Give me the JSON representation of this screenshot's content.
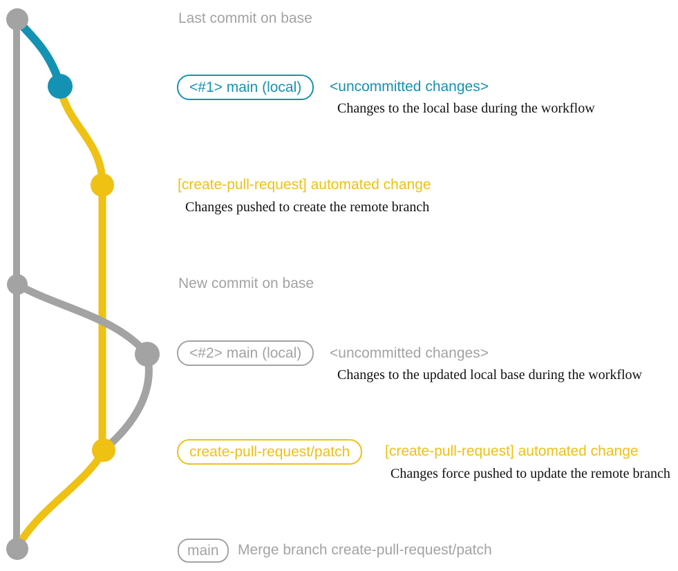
{
  "colors": {
    "gray": "#a3a3a3",
    "blue": "#1492b4",
    "yellow": "#eec113",
    "ink": "#111111"
  },
  "graph": {
    "branches": [
      {
        "name": "base",
        "color": "#a3a3a3"
      },
      {
        "name": "main-local",
        "color": "#1492b4"
      },
      {
        "name": "create-pull-request-patch",
        "color": "#eec113"
      }
    ],
    "commits": [
      {
        "name": "last-commit-on-base",
        "color": "gray"
      },
      {
        "name": "local-main-commit-1",
        "color": "blue"
      },
      {
        "name": "automated-change-commit-1",
        "color": "yellow"
      },
      {
        "name": "new-commit-on-base",
        "color": "gray"
      },
      {
        "name": "local-main-commit-2",
        "color": "gray"
      },
      {
        "name": "automated-change-commit-2",
        "color": "yellow"
      },
      {
        "name": "merge-commit",
        "color": "gray"
      }
    ]
  },
  "rows": [
    {
      "text": "Last commit on base"
    },
    {
      "badge": "<#1> main (local)",
      "title": "<uncommitted changes>",
      "desc": "Changes to the local base during the workflow"
    },
    {
      "title": "[create-pull-request] automated change",
      "desc": "Changes pushed to create the remote branch"
    },
    {
      "text": "New commit on base"
    },
    {
      "badge": "<#2> main (local)",
      "title": "<uncommitted changes>",
      "desc": "Changes to the updated local base during the workflow"
    },
    {
      "badge": "create-pull-request/patch",
      "title": "[create-pull-request] automated change",
      "desc": "Changes force pushed to update the remote branch"
    },
    {
      "badge": "main",
      "text": "Merge branch create-pull-request/patch"
    }
  ]
}
